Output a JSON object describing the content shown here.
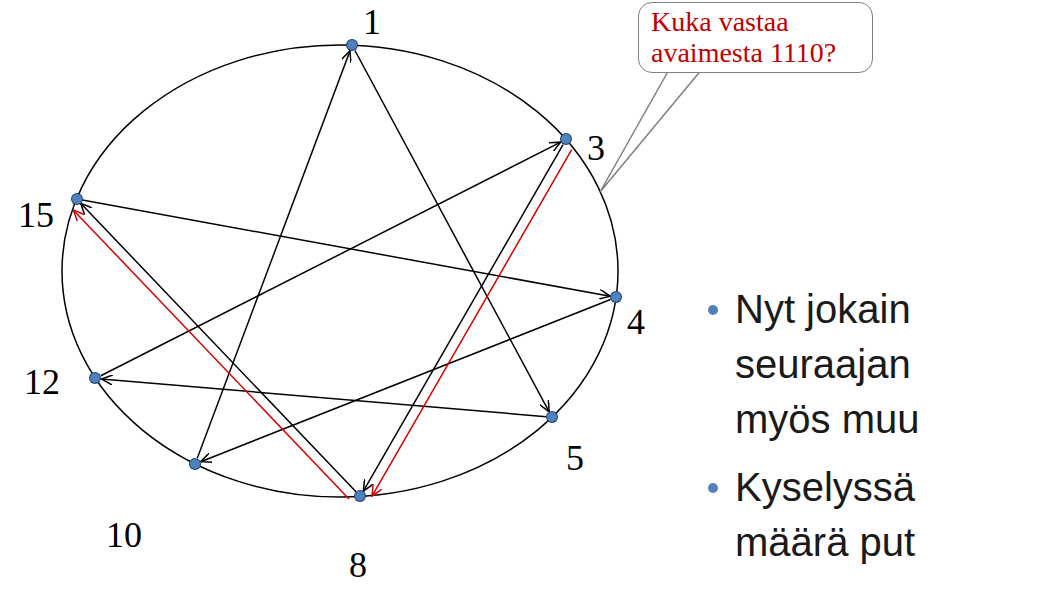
{
  "diagram": {
    "nodes": [
      {
        "text": [
          "1"
        ]
      },
      {
        "text": [
          "3"
        ]
      },
      {
        "text": [
          "4"
        ]
      },
      {
        "text": [
          "5"
        ]
      },
      {
        "text": [
          "8"
        ]
      },
      {
        "text": [
          "10"
        ]
      },
      {
        "text": [
          "12"
        ]
      },
      {
        "text": [
          "15"
        ]
      },
      {
        "text": [
          "Kuka vastaa avaimesta 1110?"
        ]
      }
    ],
    "edges": [
      {
        "from": 5,
        "to": 0,
        "arrow": "to"
      },
      {
        "from": 0,
        "to": 3,
        "arrow": "to"
      },
      {
        "from": 6,
        "to": 1,
        "arrow": "to"
      },
      {
        "from": 7,
        "to": 2,
        "arrow": "to"
      },
      {
        "from": 3,
        "to": 6,
        "arrow": "to"
      },
      {
        "from": 2,
        "to": 5,
        "arrow": "to"
      },
      {
        "from": 1,
        "to": 4,
        "arrow": "to"
      },
      {
        "from": 4,
        "to": 7,
        "arrow": "to"
      },
      {
        "from": 1,
        "to": 4,
        "arrow": "to"
      },
      {
        "from": 4,
        "to": 7,
        "arrow": "to"
      }
    ],
    "labels": [
      "Nyt jokain seuraajan myös muu",
      "Kyselyssä määrä put"
    ]
  }
}
